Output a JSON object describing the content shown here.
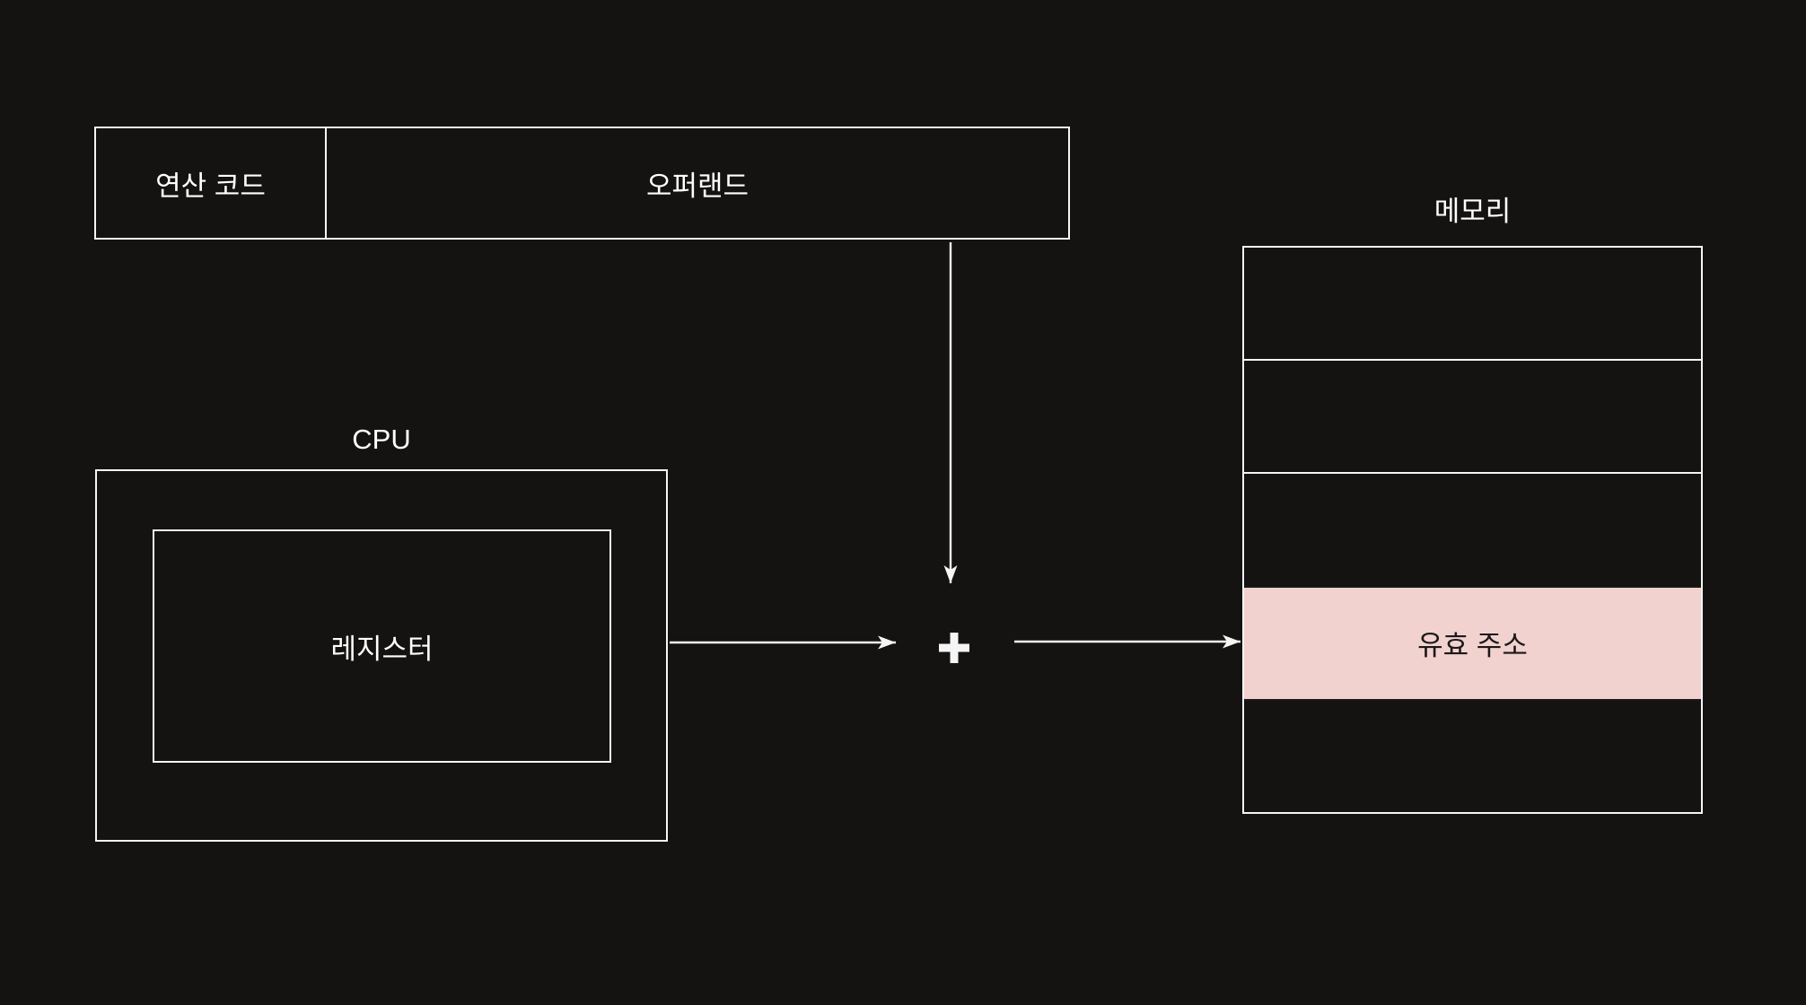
{
  "colors": {
    "bg": "#151312",
    "stroke": "#f5f5f5",
    "pink": "#f1d2cf",
    "dark-text": "#1b1817",
    "light-text": "#ffffff"
  },
  "instruction": {
    "opcode_label": "연산 코드",
    "operand_label": "오퍼랜드"
  },
  "cpu": {
    "title": "CPU",
    "register_label": "레지스터"
  },
  "operator": {
    "plus_symbol": "+"
  },
  "memory": {
    "title": "메모리",
    "highlight_row_index": 3,
    "rows": [
      {
        "label": "",
        "highlight": false
      },
      {
        "label": "",
        "highlight": false
      },
      {
        "label": "",
        "highlight": false
      },
      {
        "label": "유효 주소",
        "highlight": true
      },
      {
        "label": "",
        "highlight": false
      }
    ]
  }
}
